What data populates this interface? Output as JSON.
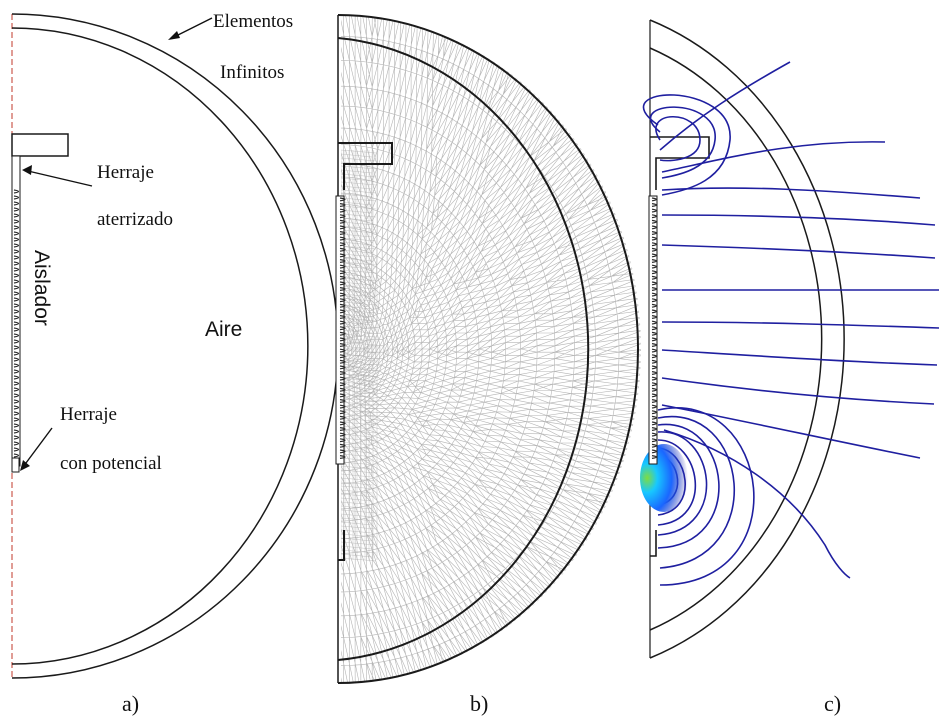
{
  "panel_a": {
    "label_elementos": "Elementos",
    "label_infinitos": "Infinitos",
    "label_herraje_top": "Herraje",
    "label_aterrizado": "aterrizado",
    "label_aislador": "Aislador",
    "label_aire": "Aire",
    "label_herraje_bottom": "Herraje",
    "label_con_potencial": "con potencial",
    "caption": "a)"
  },
  "panel_b": {
    "caption": "b)"
  },
  "panel_c": {
    "caption": "c)"
  },
  "colors": {
    "outline": "#1a1a1a",
    "mesh": "#b4b4b4",
    "field_lines": "#1f1fa0",
    "field_core": "#1a66ff",
    "axis_dash": "#c0392b"
  }
}
